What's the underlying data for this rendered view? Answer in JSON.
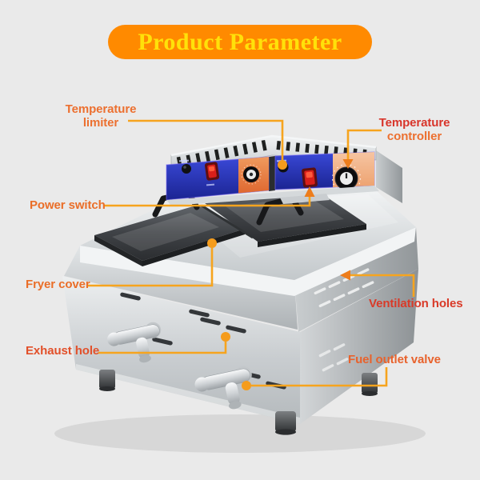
{
  "background_color": "#EAEAEA",
  "title": {
    "text": "Product Parameter",
    "pill_color": "#FF8A00",
    "text_color": "#FFE10A"
  },
  "accent": {
    "callout_line_color": "#F6A41E",
    "callout_dot_color": "#F59C1C",
    "callout_arrow_color": "#ED7D1C"
  },
  "illustration": {
    "subject": "stainless-steel double-tank commercial gas deep fryer",
    "panel_blue": "#2B38C4",
    "panel_orange": "#E8703A",
    "panel_peach": "#F2B890",
    "cover_color": "#3F4246"
  },
  "callouts": [
    {
      "name": "temperature-limiter",
      "line1": "Temperature",
      "line2": "limiter",
      "css1": "color:#EC7030",
      "css2": "color:#EC7030",
      "marker": "dot"
    },
    {
      "name": "temperature-controller",
      "line1": "Temperature",
      "line2": "controller",
      "css1": "color:#D8352B",
      "css2": "color:#EC7030",
      "marker": "arrow"
    },
    {
      "name": "power-switch",
      "line1": "Power switch",
      "css1": "color:#EA6E28",
      "marker": "arrow"
    },
    {
      "name": "fryer-cover",
      "line1": "Fryer cover",
      "css1": "color:#EA6E28",
      "marker": "dot"
    },
    {
      "name": "ventilation-holes",
      "line1": "Ventilation holes",
      "css1": "color:#D93A28",
      "marker": "arrow"
    },
    {
      "name": "exhaust-hole",
      "line1": "Exhaust hole",
      "css1": "color:#E2502A",
      "marker": "dot"
    },
    {
      "name": "fuel-outlet-valve",
      "line1": "Fuel outlet valve",
      "css1": "color:#E8622C",
      "marker": "dot"
    }
  ]
}
